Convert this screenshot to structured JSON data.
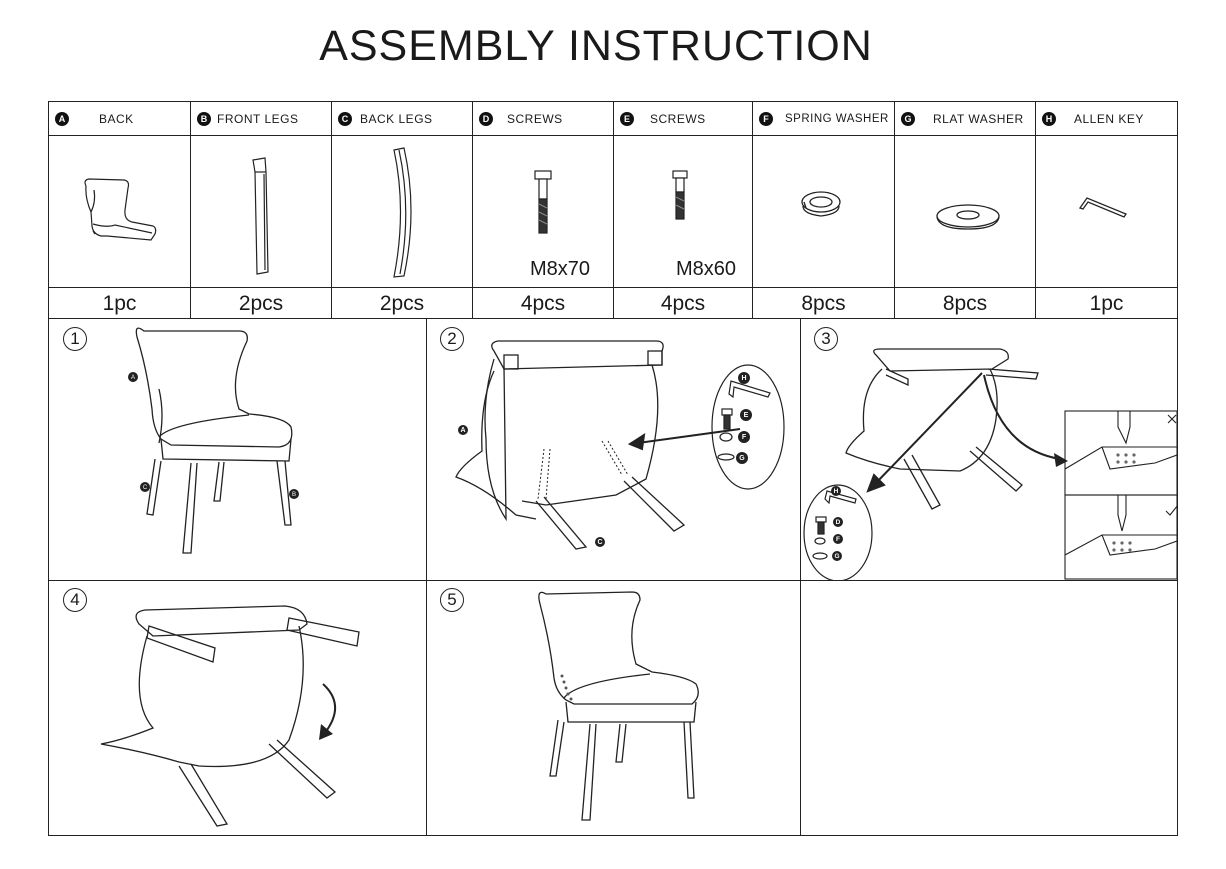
{
  "page": {
    "title": "ASSEMBLY INSTRUCTION"
  },
  "parts": [
    {
      "letter": "A",
      "label": "BACK",
      "qty": "1pc",
      "icon": "chair-back-icon"
    },
    {
      "letter": "B",
      "label": "FRONT LEGS",
      "qty": "2pcs",
      "icon": "front-leg-icon"
    },
    {
      "letter": "C",
      "label": "BACK LEGS",
      "qty": "2pcs",
      "icon": "back-leg-icon"
    },
    {
      "letter": "D",
      "label": "SCREWS",
      "qty": "4pcs",
      "spec": "M8x70",
      "icon": "screw-icon"
    },
    {
      "letter": "E",
      "label": "SCREWS",
      "qty": "4pcs",
      "spec": "M8x60",
      "icon": "screw-icon"
    },
    {
      "letter": "F",
      "label": "SPRING  WASHER",
      "qty": "8pcs",
      "icon": "spring-washer-icon"
    },
    {
      "letter": "G",
      "label": "RLAT WASHER",
      "qty": "8pcs",
      "icon": "flat-washer-icon"
    },
    {
      "letter": "H",
      "label": "ALLEN KEY",
      "qty": "1pc",
      "icon": "allen-key-icon"
    }
  ],
  "steps": [
    {
      "number": "1",
      "labels": {
        "a": "A",
        "b": "B",
        "c": "C"
      }
    },
    {
      "number": "2",
      "labels": {
        "a": "A",
        "c": "C",
        "h": "H",
        "e": "E",
        "f": "F",
        "g": "G"
      }
    },
    {
      "number": "3",
      "labels": {
        "h": "H",
        "d": "D",
        "f": "F",
        "g": "G"
      }
    },
    {
      "number": "4"
    },
    {
      "number": "5"
    }
  ]
}
